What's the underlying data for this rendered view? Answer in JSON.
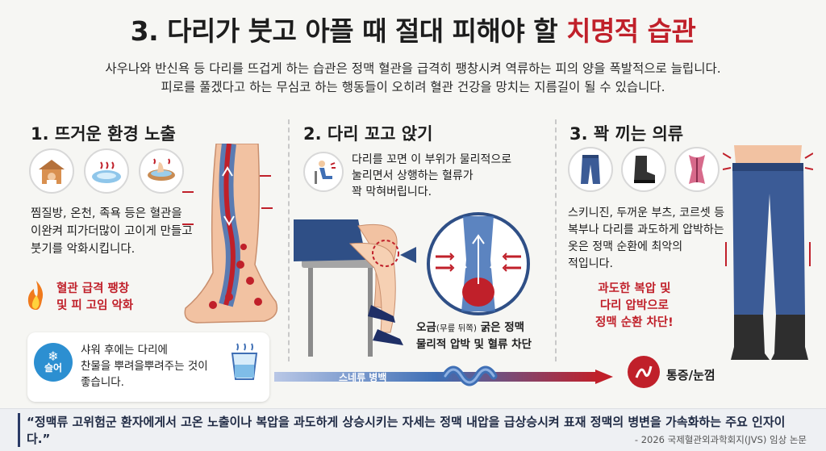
{
  "header": {
    "title_main": "3. 다리가 붓고 아플 때 절대 피해야 할 ",
    "title_accent": "치명적 습관",
    "subtitle_line1": "사우나와 반신욕 등 다리를 뜨겁게 하는 습관은 정맥 혈관을 급격히 팽창시켜 역류하는 피의 양을 폭발적으로 늘립니다.",
    "subtitle_line2": "피로를 풀겠다고 하는 무심코 하는 행동들이 오히려 혈관 건강을 망치는 지름길이 될 수 있습니다."
  },
  "section1": {
    "title": "1. 뜨거운 환경 노출",
    "icons": [
      "sauna-icon",
      "hot-spring-icon",
      "foot-bath-icon"
    ],
    "text_lines": [
      "찜질방, 온천, 족욕 등은 혈관을",
      "이완켜 피가더많이 고이게 만들고",
      "붓기를 악화시킵니다."
    ],
    "warning_lines": [
      "혈관 급격 팽창",
      "및 피 고임 악화"
    ],
    "tip_badge": "슬어",
    "tip_lines": [
      "샤워 후에는 다리에",
      "찬물을 뿌려을뿌려주는 것이",
      "좋습니다."
    ]
  },
  "section2": {
    "title": "2. 다리 꼬고 앉기",
    "text_lines": [
      "다리를 꼬면 이 부위가 물리적으로",
      "눌리면서 상행하는 혈류가",
      "꽉 막혀버립니다."
    ],
    "caption_prefix": "오금",
    "caption_small": "(무릎 뒤쪽)",
    "caption_rest": " 굵은 정맥",
    "caption_line2": "물리적 압박 및 혈류 차단"
  },
  "section3": {
    "title": "3. 꽉 끼는 의류",
    "icons": [
      "jeans-icon",
      "boots-icon",
      "corset-icon"
    ],
    "text_lines": [
      "스키니진, 두꺼운 부츠, 코르셋 등",
      "복부나 다리를 과도하게 압박하는",
      "옷은 정맥 순환에 최악의",
      "적입니다."
    ],
    "warning_lines": [
      "과도한 복압 및",
      "다리 압박으로",
      "정맥 순환 차단!"
    ]
  },
  "progression": {
    "label": "스네류 병백",
    "outcome": "통증/눈껌"
  },
  "footer": {
    "quote": "“정맥류 고위험군 환자에게서 고온 노출이나 복압을 과도하게 상승시키는 자세는 정맥 내압을 급상승시켜 표재 정맥의 병변을 가속화하는 주요 인자이다.”",
    "citation": "- 2026 국제혈관외과학회지(JVS) 임상 논문"
  },
  "colors": {
    "accent_red": "#c0202a",
    "vein_blue": "#3f6fb5",
    "badge_blue": "#2c8fd1",
    "navy": "#1f2a44"
  }
}
